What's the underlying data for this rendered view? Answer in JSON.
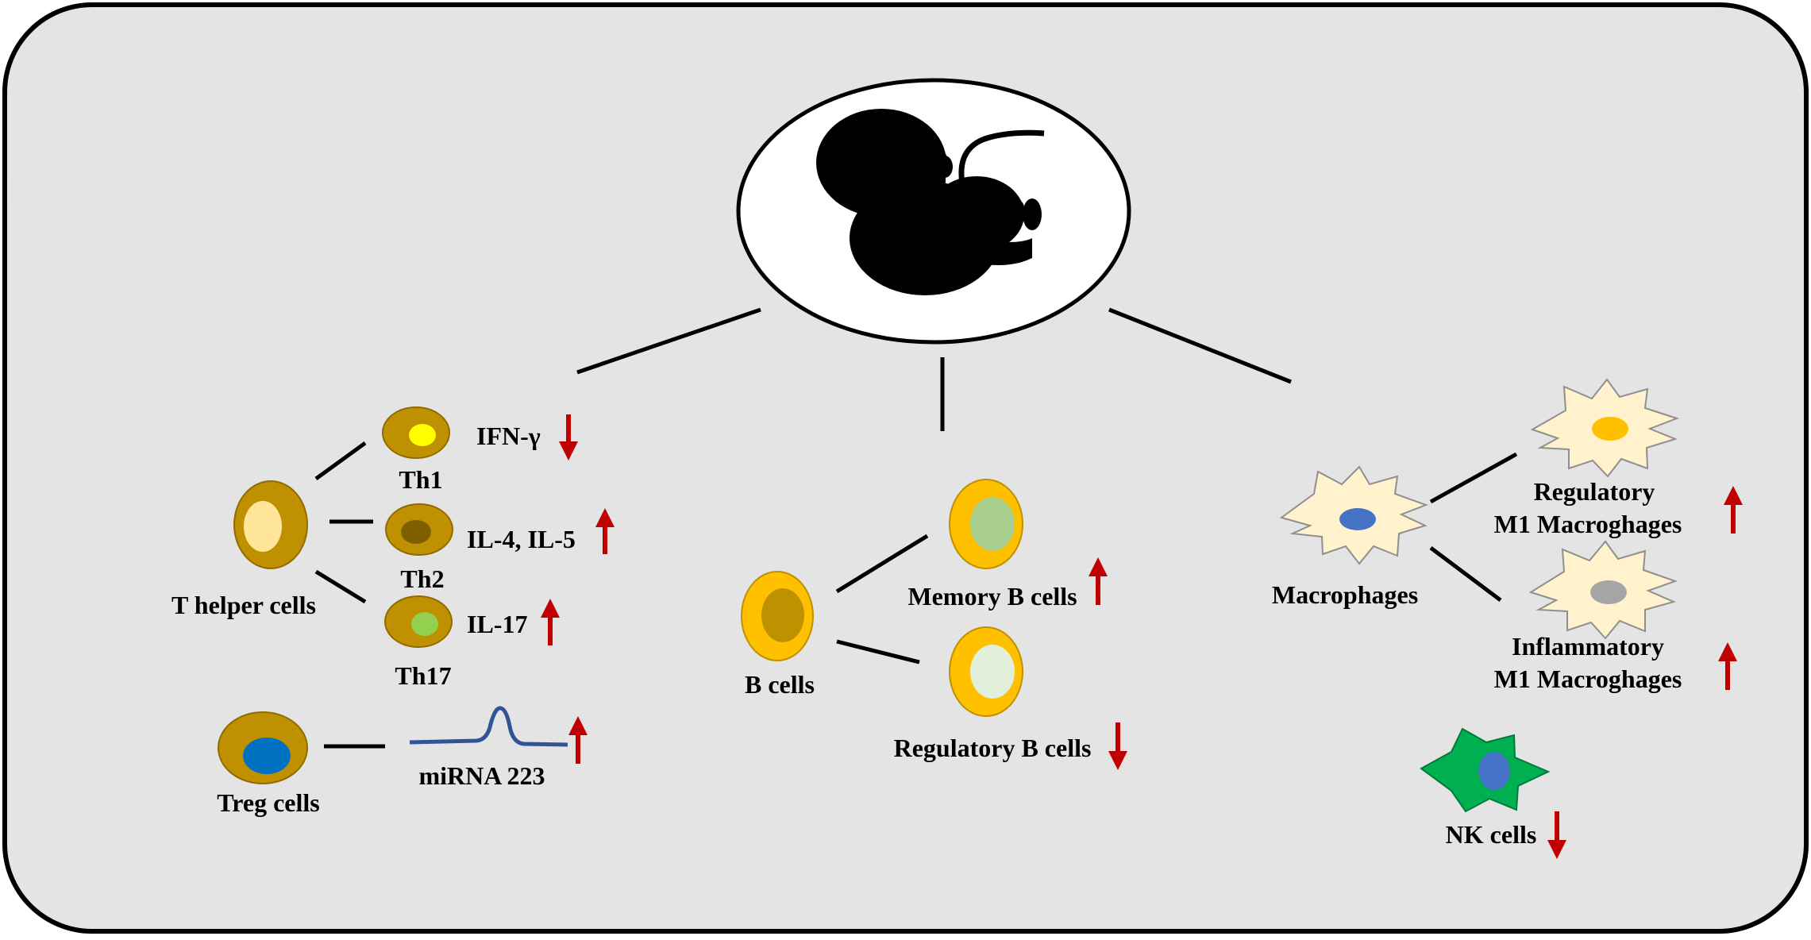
{
  "colors": {
    "panel_bg": "#e4e4e4",
    "panel_border": "#000000",
    "t_cell_outer": "#bf9000",
    "b_cell_outer": "#ffc000",
    "macrophage_fill": "#fff2cc",
    "nk_fill": "#00b050",
    "nucleus_blue": "#4472c4",
    "treg_nucleus": "#0070c0",
    "arrow_red": "#c00000",
    "mirna_line": "#2f5597"
  },
  "center_icon": "fetus-icon",
  "t_cells": {
    "parent_label": "T helper cells",
    "subsets": [
      {
        "name": "Th1",
        "marker": "IFN-γ",
        "trend": "down"
      },
      {
        "name": "Th2",
        "marker": "IL-4, IL-5",
        "trend": "up"
      },
      {
        "name": "Th17",
        "marker": "IL-17",
        "trend": "up"
      }
    ],
    "treg": {
      "name": "Treg cells",
      "marker": "miRNA 223",
      "trend": "up"
    }
  },
  "b_cells": {
    "parent_label": "B cells",
    "subsets": [
      {
        "name": "Memory B cells",
        "trend": "up"
      },
      {
        "name": "Regulatory B cells",
        "trend": "down"
      }
    ]
  },
  "macrophages": {
    "parent_label": "Macrophages",
    "subsets": [
      {
        "line1": "Regulatory",
        "line2": "M1 Macroghages",
        "trend": "up"
      },
      {
        "line1": "Inflammatory",
        "line2": "M1 Macroghages",
        "trend": "up"
      }
    ],
    "nk": {
      "name": "NK cells",
      "trend": "down"
    }
  }
}
